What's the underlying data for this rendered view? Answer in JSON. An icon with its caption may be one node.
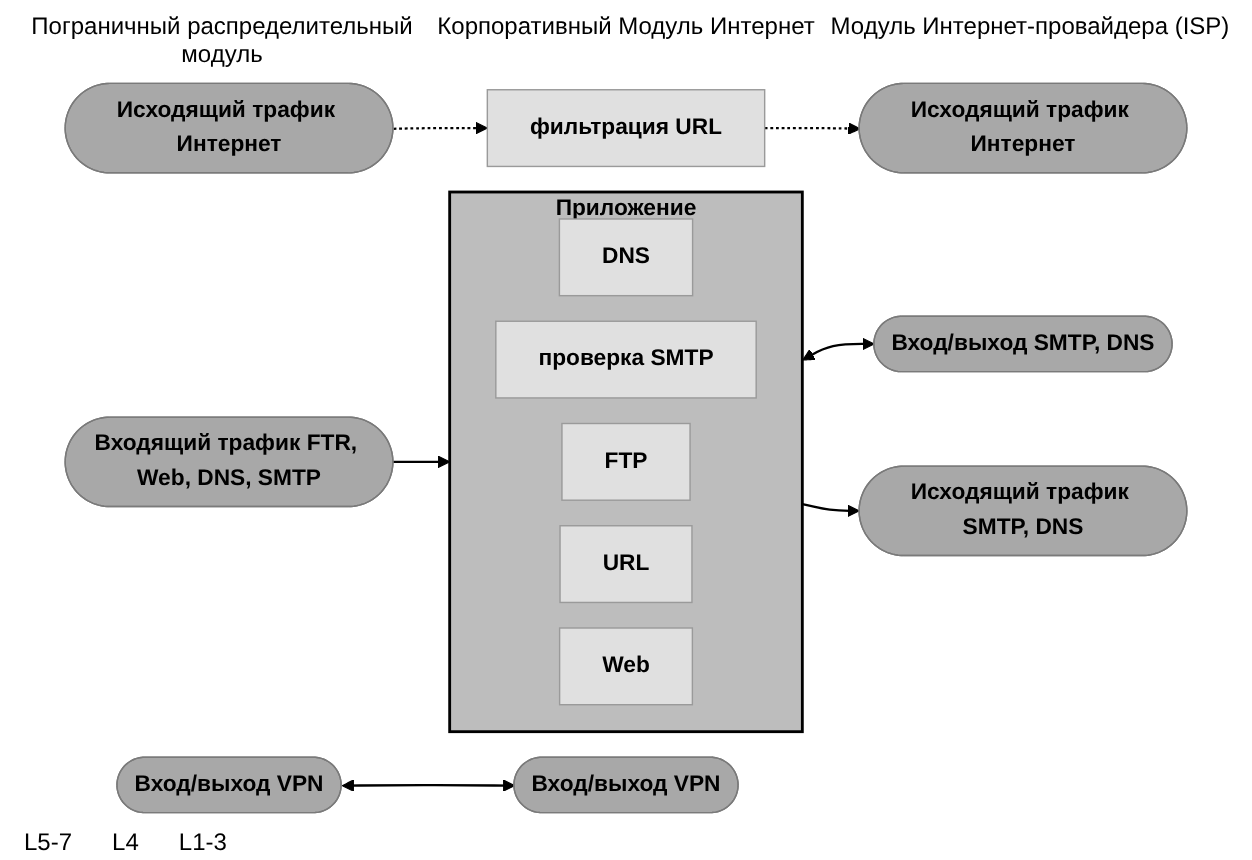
{
  "diagram": {
    "nodes": [
      {
        "text": [
          "Приложение"
        ]
      },
      {
        "text": [
          "DNS"
        ],
        "in": 0
      },
      {
        "text": [
          "проверка SMTP"
        ],
        "in": 0
      },
      {
        "text": [
          "FTP"
        ],
        "in": 0
      },
      {
        "text": [
          "URL"
        ],
        "in": 0
      },
      {
        "text": [
          "Web"
        ],
        "in": 0
      },
      {
        "text": [
          "фильтрация URL"
        ]
      },
      {
        "text": [
          "Вход/выход SMTP, DNS"
        ]
      },
      {
        "text": [
          "Исходящий трафик Интернет"
        ]
      },
      {
        "text": [
          "Входящий трафик FTR, Web, DNS, SMTP"
        ]
      },
      {
        "text": [
          "Исходящий трафик SMTP, DNS"
        ]
      },
      {
        "text": [
          "Исходящий трафик Интернет"
        ]
      },
      {
        "text": [
          "Вход/выход VPN"
        ]
      },
      {
        "text": [
          "Вход/выход VPN"
        ]
      }
    ],
    "edges": [
      {
        "from": 0,
        "to": 7,
        "arrow": "both"
      },
      {
        "from": 9,
        "to": 0,
        "arrow": "to"
      },
      {
        "from": 0,
        "to": 10,
        "arrow": "to"
      },
      {
        "from": 8,
        "to": 6,
        "arrow": "to",
        "style": "dashed"
      },
      {
        "from": 6,
        "to": 11,
        "arrow": "to",
        "style": "dashed"
      },
      {
        "from": 13,
        "to": 12,
        "arrow": "both"
      }
    ],
    "labels": [
      "Пограничный распределительный модуль",
      "Корпоративный Модуль Интернет",
      "Модуль Интернет-провайдера (ISP)",
      "L5-7",
      "L4",
      "L1-3"
    ]
  }
}
